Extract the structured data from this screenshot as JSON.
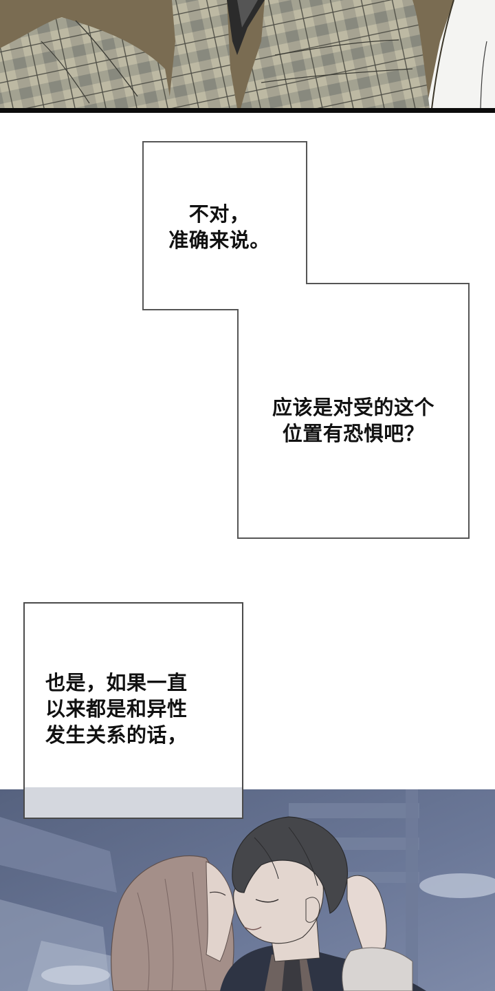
{
  "page": {
    "type": "webtoon-strip",
    "background": "#ffffff"
  },
  "panels": {
    "top": {
      "description": "close-up of a plaid flannel shirt with dark tie",
      "colors": {
        "shirt_light": "#b9b59f",
        "shirt_dark": "#8a8a80",
        "shadow": "#6e6550",
        "tie": "#2a2a2a",
        "border": "#0b0b0b"
      }
    },
    "bottom": {
      "description": "man with dark hair kissing a woman with long light-brown hair, blue-grey interior background",
      "colors": {
        "background": "#5d6a8a",
        "background_light": "#8c98b4",
        "man_hair": "#45464a",
        "woman_hair": "#a18e88",
        "skin": "#e3d6cf",
        "suit": "#2e3444",
        "shirt": "#6e625f",
        "sweater": "#d8d4d2"
      }
    }
  },
  "captions": {
    "box1": {
      "lines": "不对，\n准确来说。"
    },
    "box1b": {
      "lines": "应该是对受的这个\n位置有恐惧吧？"
    },
    "box2": {
      "lines": "也是，如果一直\n以来都是和异性\n发生关系的话，"
    }
  },
  "border_color": "#4a4a4a"
}
